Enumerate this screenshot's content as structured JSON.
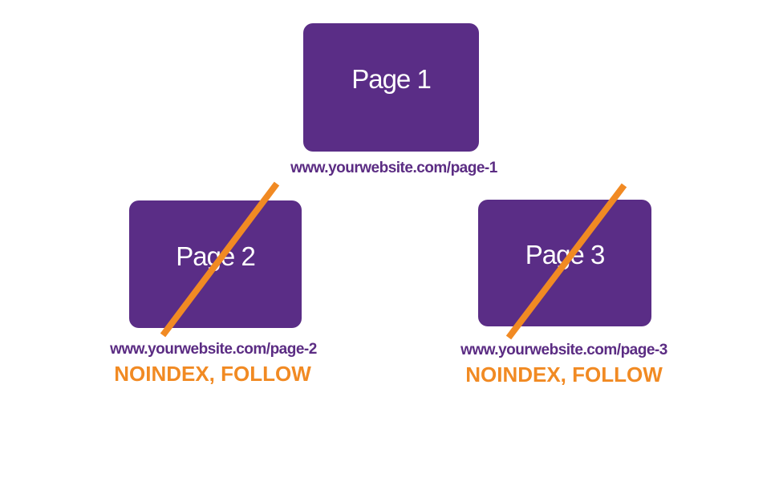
{
  "diagram": {
    "background": "#ffffff",
    "colors": {
      "box_fill": "#5a2d86",
      "box_label_text": "#ffffff",
      "url_text": "#5b2c83",
      "strike_line": "#f18a23",
      "directive_text": "#f18a23"
    },
    "nodes": [
      {
        "label": "Page 1",
        "url": "www.yourwebsite.com/page-1",
        "directive": "",
        "strikethrough": false
      },
      {
        "label": "Page 2",
        "url": "www.yourwebsite.com/page-2",
        "directive": "NOINDEX, FOLLOW",
        "strikethrough": true
      },
      {
        "label": "Page 3",
        "url": "www.yourwebsite.com/page-3",
        "directive": "NOINDEX, FOLLOW",
        "strikethrough": true
      }
    ]
  }
}
